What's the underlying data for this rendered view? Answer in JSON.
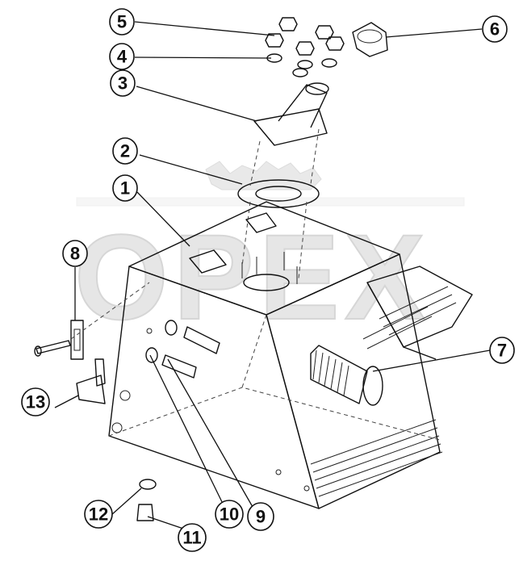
{
  "diagram": {
    "watermark": "OPEX",
    "callouts": [
      {
        "id": "c1",
        "label": "1"
      },
      {
        "id": "c2",
        "label": "2"
      },
      {
        "id": "c3",
        "label": "3"
      },
      {
        "id": "c4",
        "label": "4"
      },
      {
        "id": "c5",
        "label": "5"
      },
      {
        "id": "c6",
        "label": "6"
      },
      {
        "id": "c7",
        "label": "7"
      },
      {
        "id": "c8",
        "label": "8"
      },
      {
        "id": "c9",
        "label": "9"
      },
      {
        "id": "c10",
        "label": "10"
      },
      {
        "id": "c11",
        "label": "11"
      },
      {
        "id": "c12",
        "label": "12"
      },
      {
        "id": "c13",
        "label": "13"
      }
    ]
  }
}
